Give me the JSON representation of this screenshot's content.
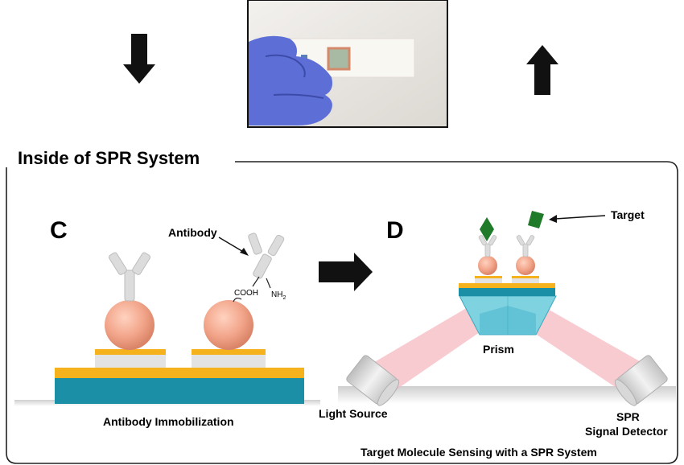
{
  "section_title": "Inside of SPR System",
  "panels": {
    "c": {
      "letter": "C",
      "antibody_label": "Antibody",
      "cooh_label": "COOH",
      "nh2_label": "NH",
      "nh2_subscript": "2",
      "caption": "Antibody Immobilization"
    },
    "d": {
      "letter": "D",
      "target_label": "Target",
      "prism_label": "Prism",
      "light_source_label": "Light Source",
      "detector_label_line1": "SPR",
      "detector_label_line2": "Signal Detector",
      "caption": "Target Molecule Sensing with a SPR System"
    }
  },
  "colors": {
    "gold": "#f5b21c",
    "teal": "#1a8fa6",
    "bead": "#f2a58a",
    "antibody": "#dcdcdc",
    "target": "#1f7a2a",
    "beam": "#f6b9c2",
    "prism": "#7fd3e0",
    "arrow": "#111111",
    "frame": "#222222"
  },
  "icons": {
    "arrow_down": "arrow-down-icon",
    "arrow_up": "arrow-up-icon",
    "arrow_right": "arrow-right-icon"
  }
}
